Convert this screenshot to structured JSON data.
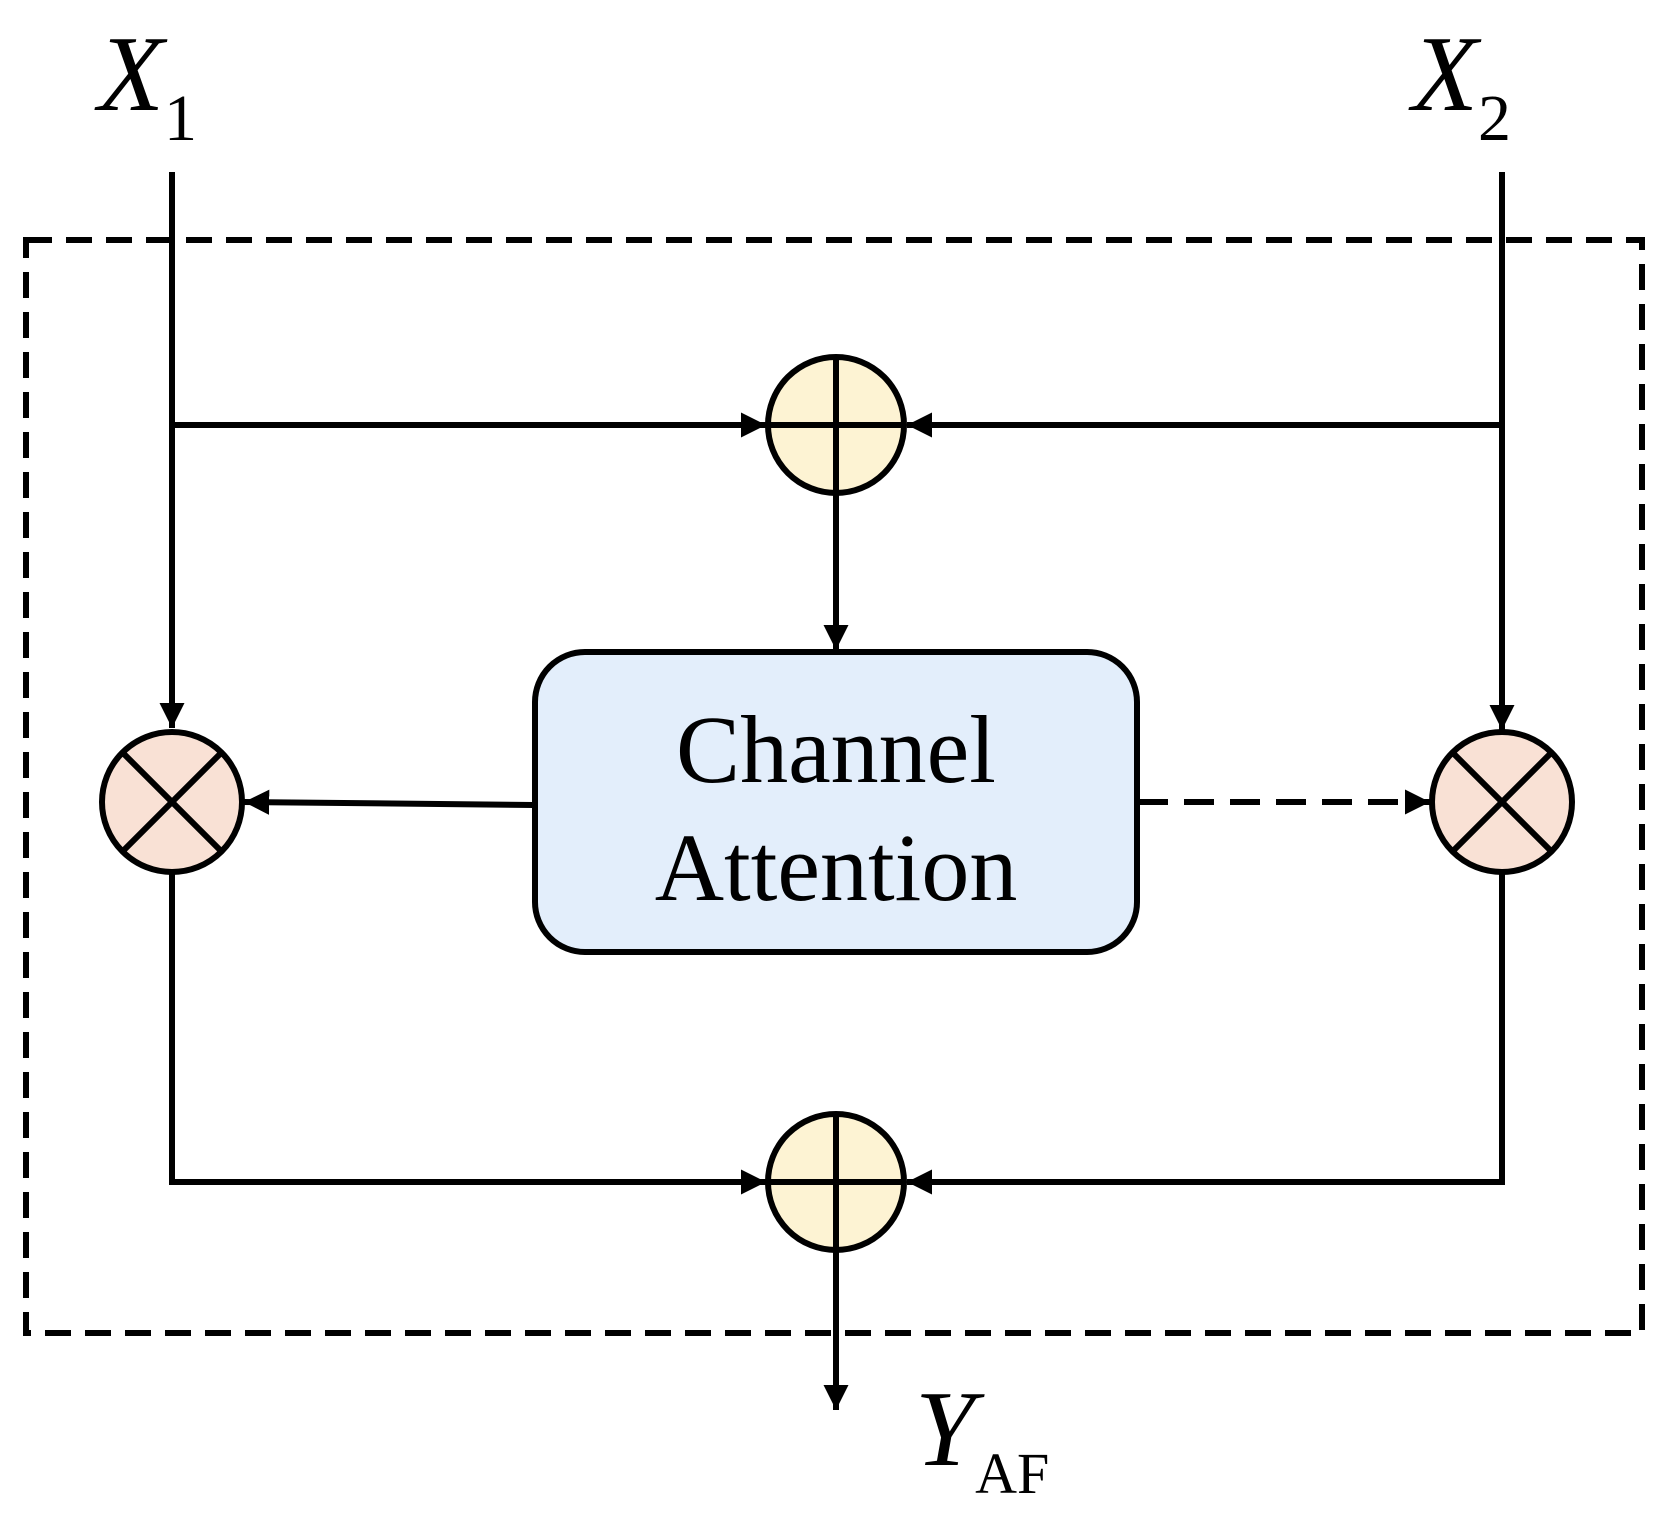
{
  "inputs": {
    "x1": {
      "main": "X",
      "sub": "1"
    },
    "x2": {
      "main": "X",
      "sub": "2"
    }
  },
  "output": {
    "main": "Y",
    "sub": "AF"
  },
  "block": {
    "line1": "Channel",
    "line2": "Attention",
    "fill": "#e3eefb"
  },
  "colors": {
    "add_node": "#fdf3d3",
    "mult_node": "#f9e1d5",
    "stroke": "#000000"
  },
  "operators": {
    "add": "plus-circle-icon",
    "multiply": "cross-circle-icon"
  }
}
